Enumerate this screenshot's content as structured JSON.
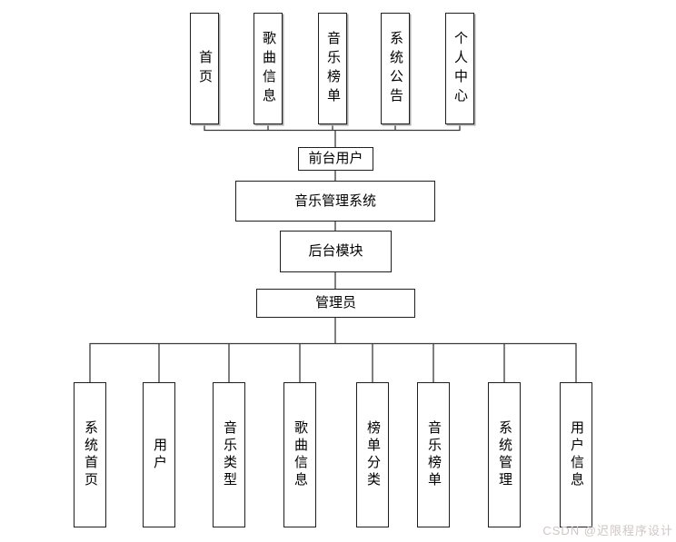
{
  "diagram": {
    "top_row": [
      "首页",
      "歌曲信息",
      "音乐榜单",
      "系统公告",
      "个人中心"
    ],
    "middle": {
      "front_user": "前台用户",
      "system_title": "音乐管理系统",
      "backend_module": "后台模块",
      "admin": "管理员"
    },
    "bottom_row": [
      "系统首页",
      "用户",
      "音乐类型",
      "歌曲信息",
      "榜单分类",
      "音乐榜单",
      "系统管理",
      "用户信息"
    ],
    "watermark": "CSDN @迟限程序设计",
    "colors": {
      "line": "#3a3a3a",
      "border": "#1f1f1f",
      "watermark": "#cfc6c6",
      "background": "#ffffff"
    }
  }
}
